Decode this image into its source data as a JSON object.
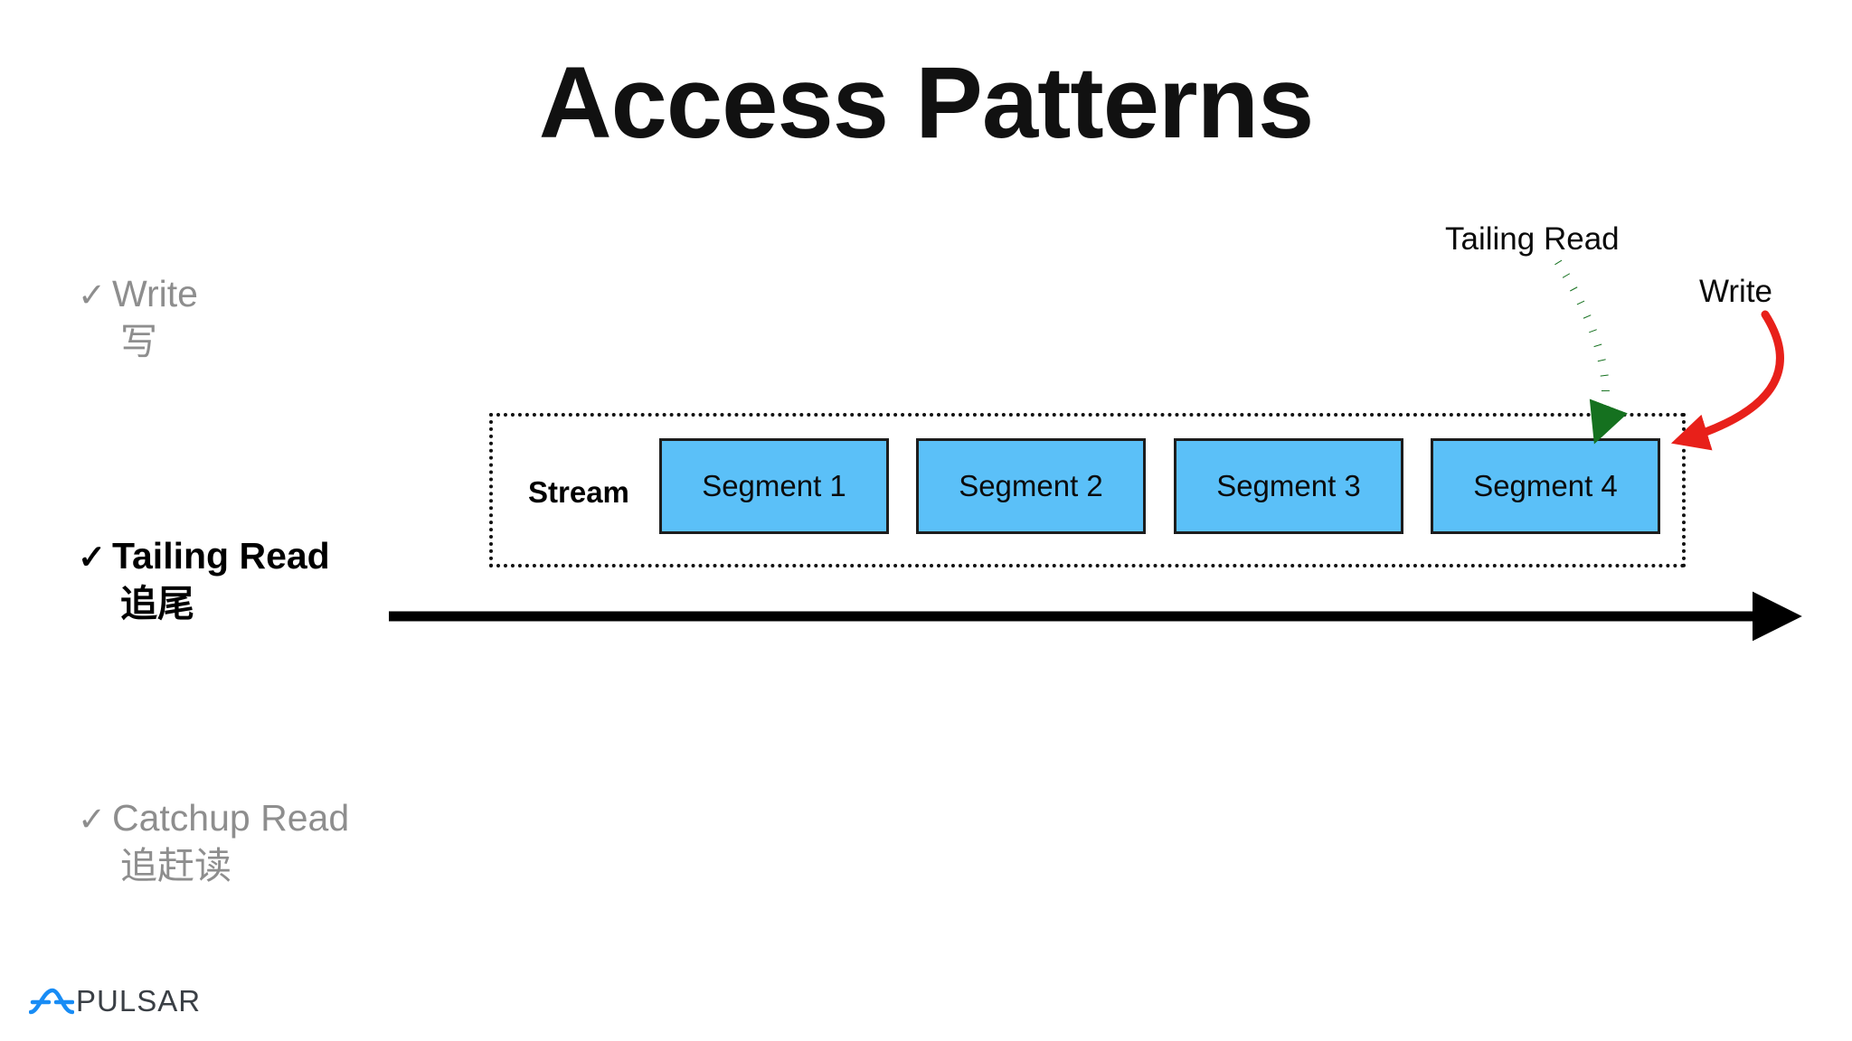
{
  "slide": {
    "title": "Access Patterns",
    "background_color": "#ffffff"
  },
  "bullets": [
    {
      "check": "✓",
      "label": "Write",
      "label_zh": "写",
      "state": "inactive",
      "color": "#8e8e8e"
    },
    {
      "check": "✓",
      "label": "Tailing Read",
      "label_zh": "追尾",
      "state": "active",
      "color": "#000000"
    },
    {
      "check": "✓",
      "label": "Catchup Read",
      "label_zh": "追赶读",
      "state": "inactive",
      "color": "#8e8e8e"
    }
  ],
  "diagram": {
    "stream_label": "Stream",
    "segment_fill_color": "#5BC0F8",
    "segment_border_color": "#1d1d1d",
    "container_border_style": "dotted",
    "segments": [
      {
        "label": "Segment 1"
      },
      {
        "label": "Segment 2"
      },
      {
        "label": "Segment 3"
      },
      {
        "label": "Segment 4"
      }
    ],
    "annotations": [
      {
        "label": "Tailing Read",
        "arrow_color": "#15711f",
        "arrow_style": "dotted",
        "points_to": "Segment 4"
      },
      {
        "label": "Write",
        "arrow_color": "#e8201a",
        "arrow_style": "solid",
        "points_to": "Segment 4"
      }
    ],
    "timeline_axis": {
      "direction": "right",
      "color": "#000000"
    }
  },
  "footer": {
    "logo_text": "PULSAR",
    "logo_mark": "pulsar-wave-icon",
    "logo_mark_color": "#188cf5",
    "logo_text_color": "#3a3f45"
  }
}
